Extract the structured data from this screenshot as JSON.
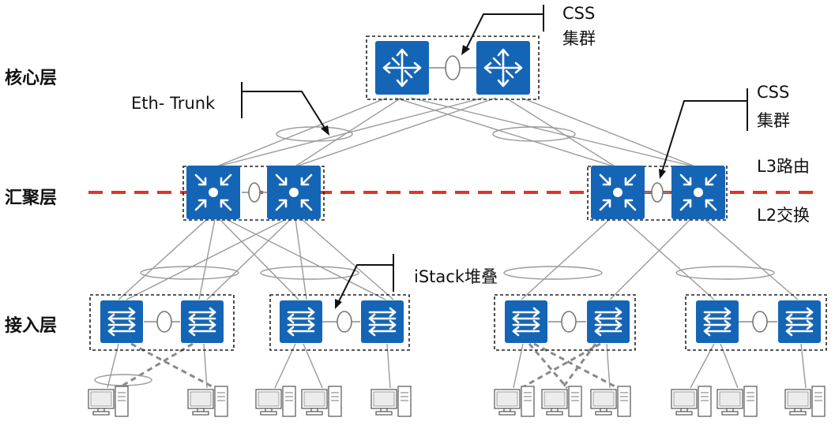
{
  "layers": {
    "core": "核心层",
    "aggregation": "汇聚层",
    "access": "接入层"
  },
  "annotations": {
    "css_cluster_core": {
      "line1": "CSS",
      "line2": "集群"
    },
    "css_cluster_aggregation": {
      "line1": "CSS",
      "line2": "集群"
    },
    "eth_trunk": "Eth- Trunk",
    "istack": "iStack堆叠",
    "l3_routing": "L3路由",
    "l2_switching": "L2交换"
  },
  "colors": {
    "device": "#1565b6",
    "boundary_line": "#e53323",
    "links": "#9a9a9a"
  },
  "icons": {
    "core_switch": "core-router-icon",
    "aggregation_switch": "aggregation-switch-icon",
    "access_switch": "access-switch-icon",
    "terminal": "pc-icon"
  }
}
